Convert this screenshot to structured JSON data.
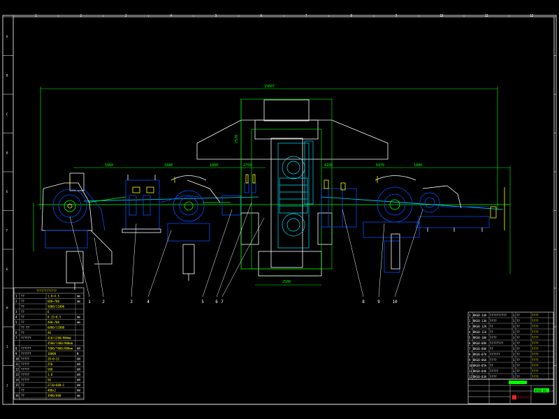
{
  "colors": {
    "background": "#000000",
    "frame": "#ffffff",
    "green": "#00ff00",
    "blue": "#0050ff",
    "cyan": "#00e0ff",
    "yellow": "#ffff00",
    "white": "#ffffff",
    "red": "#ff2020",
    "magenta": "#ff40ff"
  },
  "border": {
    "columns": [
      "1",
      "2",
      "3",
      "4",
      "5",
      "6",
      "7",
      "8",
      "9",
      "10",
      "11",
      "12"
    ],
    "rows": [
      "A",
      "B",
      "C",
      "D",
      "E",
      "F",
      "G",
      "H",
      "I",
      "J"
    ]
  },
  "dimensions": {
    "overall": "15607",
    "stand": "7570",
    "d1": "5960",
    "d2": "2440",
    "d3": "1800",
    "d4": "2750",
    "d5": "4100",
    "d6": "6970",
    "d7": "1800",
    "base": "2500"
  },
  "callouts": [
    "1",
    "2",
    "3",
    "4",
    "5",
    "6",
    "7",
    "8",
    "9",
    "10"
  ],
  "spec_table": {
    "title": "????????????",
    "rows": [
      [
        "1",
        "??",
        "1.8~4.5"
      ],
      [
        "2",
        "??",
        "600~700"
      ],
      [
        "",
        "??",
        "5000/11000"
      ],
      [
        "3",
        "??",
        "6"
      ],
      [
        "4",
        "??",
        "0.15~0.5"
      ],
      [
        "5",
        "??",
        "400~700"
      ],
      [
        "",
        "?? ??",
        "6000/11000"
      ],
      [
        "6",
        "??",
        "40"
      ],
      [
        "7",
        "??????",
        "410/1200/800mm"
      ],
      [
        "",
        "",
        "4500/1400/800mm"
      ],
      [
        "8",
        "??????",
        "7000/7000/800mm"
      ],
      [
        "9",
        "??????",
        "10000"
      ],
      [
        "10",
        "?????",
        "28~0~32"
      ],
      [
        "11",
        "?????",
        "250"
      ],
      [
        "12",
        "?????",
        "500"
      ],
      [
        "13",
        "?????",
        "1.8"
      ],
      [
        "14",
        "?????",
        "50"
      ],
      [
        "15",
        "??",
        "2710~600~1"
      ],
      [
        "",
        "??",
        "400x2"
      ],
      [
        "16",
        "??",
        "3900/800"
      ]
    ],
    "units": [
      "mm",
      "mm",
      "",
      "",
      "mm",
      "mm",
      "",
      "",
      "",
      "",
      "kN",
      "N",
      "kN",
      "kN",
      "kN",
      "kN",
      "kN",
      "kW",
      "kW",
      "mm"
    ]
  },
  "parts_list": {
    "rows": [
      [
        "1",
        "BKG8-14A",
        "??????????",
        "1",
        "??",
        "????"
      ],
      [
        "2",
        "BKG8-13A",
        "????",
        "1",
        "??",
        "????"
      ],
      [
        "3",
        "BKG8-12A",
        "??",
        "1",
        "??",
        "????"
      ],
      [
        "4",
        "BKG8-11A",
        "??",
        "1",
        "??",
        "????"
      ],
      [
        "5",
        "BKG8-10A",
        "????",
        "1",
        "??",
        "????"
      ],
      [
        "6",
        "BKG8-09A",
        "????????",
        "1",
        "??",
        "????"
      ],
      [
        "7",
        "BKG8-08A",
        "??",
        "1",
        "??",
        "????"
      ],
      [
        "8",
        "BKG8-07A",
        "??????",
        "1",
        "??",
        "????"
      ],
      [
        "9",
        "BKG8-06A",
        "????",
        "1",
        "??",
        "????"
      ],
      [
        "10",
        "BKG8-05A",
        "??",
        "1",
        "??",
        "????"
      ],
      [
        "11",
        "BKG8-04A",
        "?????",
        "1",
        "??",
        "????"
      ],
      [
        "12",
        "BKG8-03A",
        "????",
        "1",
        "??",
        "????"
      ]
    ]
  },
  "title_block": {
    "drawing_no": "BKG8-00",
    "logo_text": "????????"
  }
}
